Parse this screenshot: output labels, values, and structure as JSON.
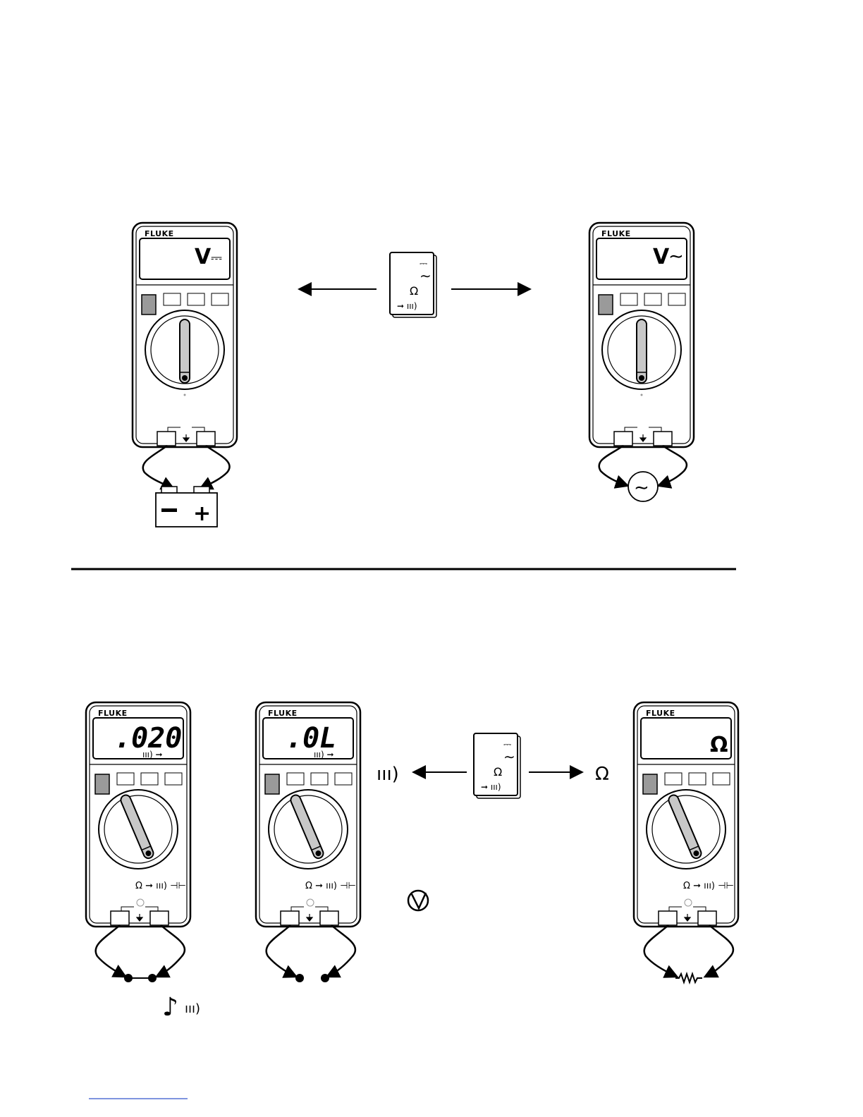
{
  "brand": "FLUKE",
  "meters": {
    "dcv": {
      "display": "V",
      "range_symbol": "⎓"
    },
    "acv": {
      "display": "V",
      "range_symbol": "∼"
    },
    "continuity": {
      "reading": ".020",
      "symbols": "ııı) ➞"
    },
    "open": {
      "reading": ".0L",
      "symbols": "ııı) ➞"
    },
    "ohms": {
      "display": "Ω"
    }
  },
  "dial_label": "Ω ➞ ııı) ⊣⊢",
  "selector_card": {
    "dc": "⎓",
    "ac": "∼",
    "ohm": "Ω",
    "diode_cont": "➞ ııı)"
  },
  "battery": {
    "minus": "−",
    "plus": "+"
  },
  "ac_source": "∼",
  "continuity_label": "ııı)",
  "ohm_label": "Ω",
  "beep_label": "♪",
  "beep_waves": "ııı)",
  "colors": {
    "ink": "#000000",
    "button_gray": "#9a9a9a",
    "knob_gray": "#c8c8c8",
    "link": "#3355cc"
  }
}
